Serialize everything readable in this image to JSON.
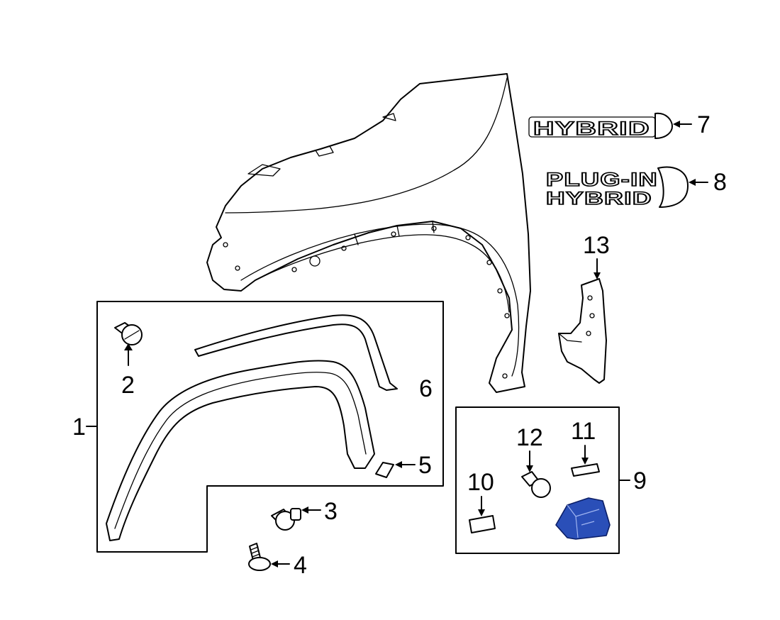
{
  "callouts": {
    "c1": "1",
    "c2": "2",
    "c3": "3",
    "c4": "4",
    "c5": "5",
    "c6": "6",
    "c7": "7",
    "c8": "8",
    "c9": "9",
    "c10": "10",
    "c11": "11",
    "c12": "12",
    "c13": "13"
  },
  "emblems": {
    "hybrid": "HYBRID",
    "plugin_line1": "PLUG-IN",
    "plugin_line2": "HYBRID"
  },
  "colors": {
    "line": "#000000",
    "background": "#ffffff",
    "highlight_part": "#2a4fb8"
  }
}
